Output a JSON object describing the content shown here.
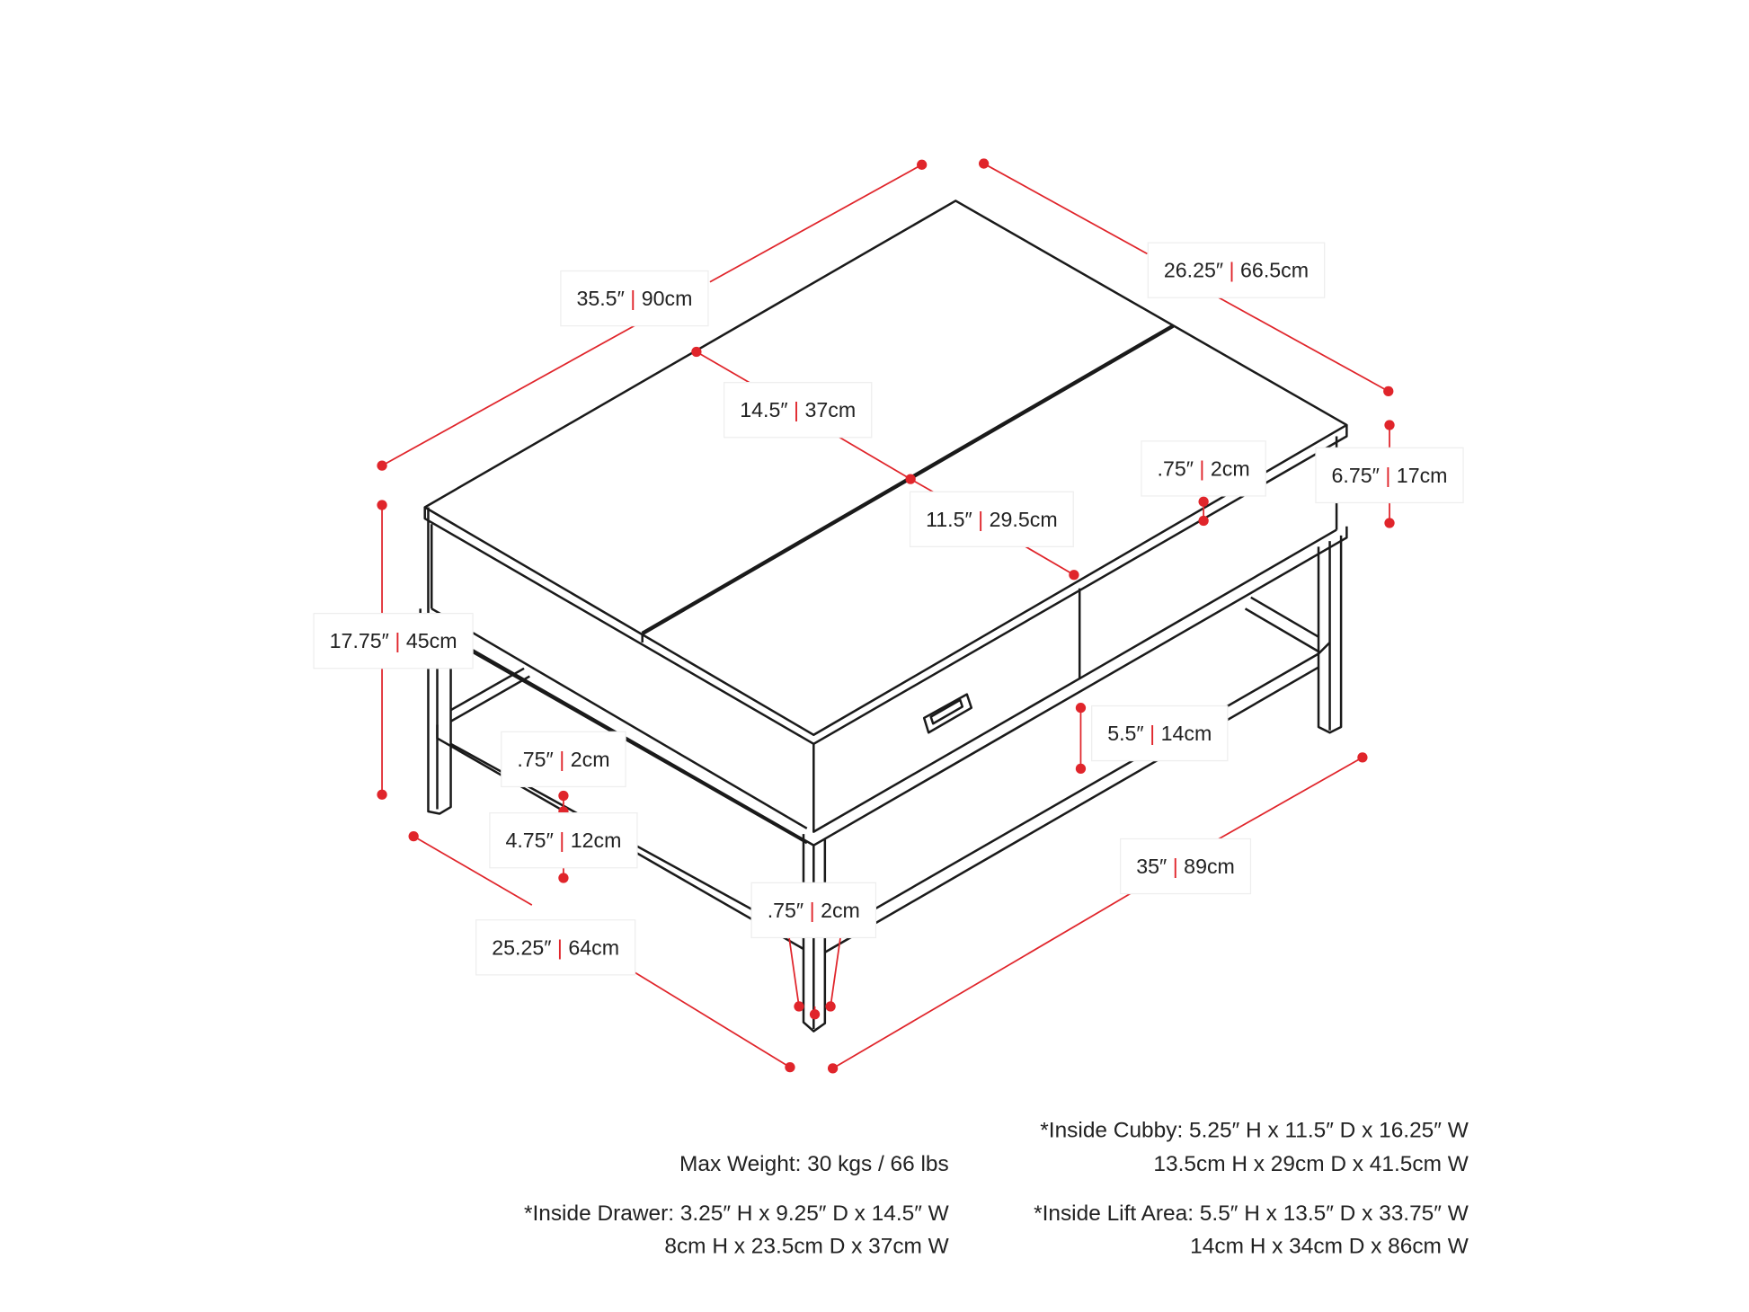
{
  "colors": {
    "dimension": "#e0252b",
    "line": "#1a1a1a",
    "text": "#222222"
  },
  "dimensions": [
    {
      "name": "overall-width",
      "inch": "35.5″",
      "cm": "90cm"
    },
    {
      "name": "overall-depth",
      "inch": "26.25″",
      "cm": "66.5cm"
    },
    {
      "name": "lid-depth",
      "inch": "14.5″",
      "cm": "37cm"
    },
    {
      "name": "lid-rear-depth",
      "inch": "11.5″",
      "cm": "29.5cm"
    },
    {
      "name": "top-thickness",
      "inch": ".75″",
      "cm": "2cm"
    },
    {
      "name": "cabinet-height",
      "inch": "6.75″",
      "cm": "17cm"
    },
    {
      "name": "overall-height",
      "inch": "17.75″",
      "cm": "45cm"
    },
    {
      "name": "shelf-clearance",
      "inch": "5.5″",
      "cm": "14cm"
    },
    {
      "name": "shelf-thickness",
      "inch": ".75″",
      "cm": "2cm"
    },
    {
      "name": "floor-clearance",
      "inch": "4.75″",
      "cm": "12cm"
    },
    {
      "name": "leg-width-span",
      "inch": "35″",
      "cm": "89cm"
    },
    {
      "name": "leg-width",
      "inch": ".75″",
      "cm": "2cm"
    },
    {
      "name": "leg-depth-span",
      "inch": "25.25″",
      "cm": "64cm"
    }
  ],
  "notes": {
    "max_weight": "Max Weight: 30 kgs / 66 lbs",
    "drawer_in": "*Inside Drawer: 3.25″ H x 9.25″ D x 14.5″ W",
    "drawer_cm": "8cm H x 23.5cm D x 37cm W",
    "cubby_in": "*Inside Cubby: 5.25″ H x 11.5″ D x 16.25″ W",
    "cubby_cm": "13.5cm H x 29cm D x 41.5cm W",
    "lift_in": "*Inside Lift Area: 5.5″ H x 13.5″ D x 33.75″ W",
    "lift_cm": "14cm H x 34cm D x 86cm W"
  }
}
